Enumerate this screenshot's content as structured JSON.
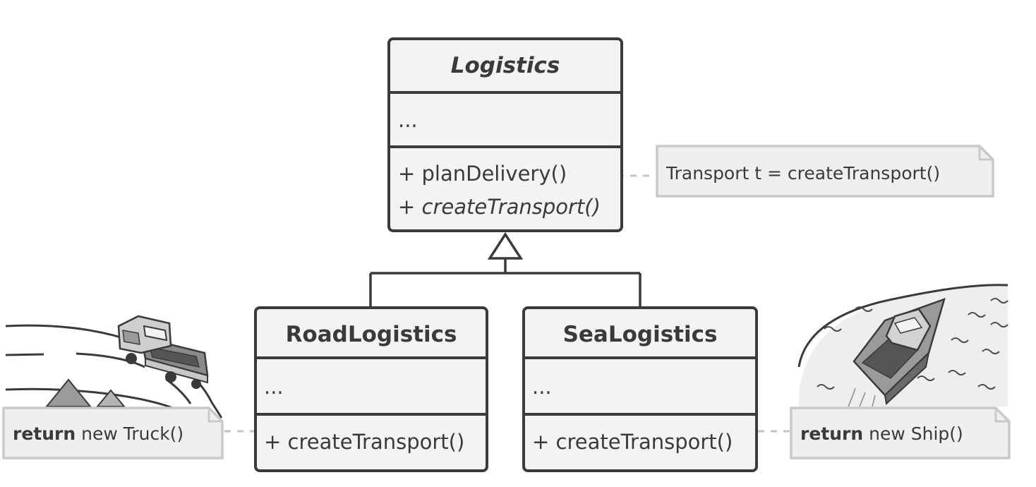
{
  "classes": {
    "logistics": {
      "name": "Logistics",
      "fields": "...",
      "methods": [
        "+ planDelivery()",
        "+ createTransport()"
      ]
    },
    "road_logistics": {
      "name": "RoadLogistics",
      "fields": "...",
      "methods": [
        "+ createTransport()"
      ]
    },
    "sea_logistics": {
      "name": "SeaLogistics",
      "fields": "...",
      "methods": [
        "+ createTransport()"
      ]
    }
  },
  "notes": {
    "plan_delivery": {
      "text": "Transport t = createTransport()"
    },
    "road": {
      "keyword": "return",
      "rest": " new Truck()"
    },
    "sea": {
      "keyword": "return",
      "rest": " new Ship()"
    }
  },
  "illustrations": {
    "left": "truck-on-road-icon",
    "right": "ship-on-sea-icon"
  },
  "colors": {
    "box_fill": "#f3f3f3",
    "box_stroke": "#3a3a3a",
    "note_fill": "#efefef",
    "note_stroke": "#c9c9c9",
    "connector": "#c4c4c4",
    "text": "#3a3a3a"
  }
}
